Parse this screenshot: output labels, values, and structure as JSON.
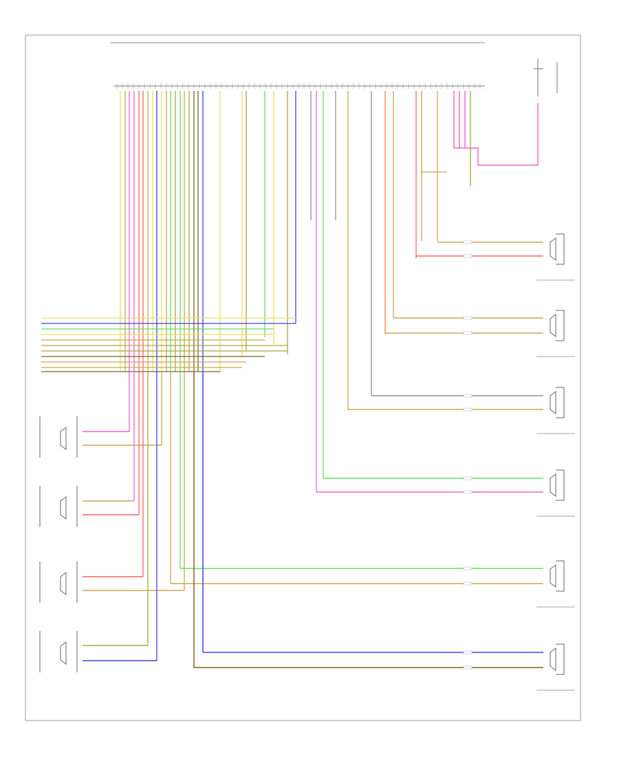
{
  "page_ref": "",
  "colors": {
    "frame": "#9a9a9a",
    "yellow": "#e8e060",
    "tan": "#c8a850",
    "pink": "#f060d0",
    "red": "#ff6060",
    "blue": "#4040e0",
    "green": "#60e060",
    "brown": "#806020",
    "gray": "#909090",
    "orange": "#f08040",
    "olive": "#a8a840"
  },
  "connector_block": {
    "label": ""
  },
  "speakers": [
    {
      "id": "right-front-tweeter",
      "label": ""
    },
    {
      "id": "right-front-door-speaker",
      "label": ""
    },
    {
      "id": "left-front-tweeter",
      "label": ""
    },
    {
      "id": "left-front-woofer",
      "label": ""
    },
    {
      "id": "left-front-door-speaker",
      "label": ""
    },
    {
      "id": "right-front-woofer",
      "label": ""
    },
    {
      "id": "left-rear-speaker",
      "label": ""
    },
    {
      "id": "right-rear-speaker",
      "label": ""
    },
    {
      "id": "left-rear-door-speaker",
      "label": ""
    },
    {
      "id": "right-rear-woofer",
      "label": ""
    }
  ]
}
